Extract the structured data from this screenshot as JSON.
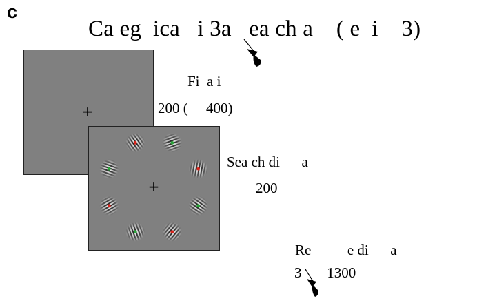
{
  "panel_letter": "c",
  "title": "Ca eg  ica   i 3a   ea ch a    ( e  i    3)",
  "fixation": {
    "label_line1": "Fi  a i",
    "label_line2": "200 (     400)",
    "cross": "+"
  },
  "search": {
    "label_line1": "Sea ch di      a",
    "label_line2": "200",
    "cross": "+",
    "items": [
      {
        "dot_color": "#d9241b",
        "angle": -35
      },
      {
        "dot_color": "#2aa33a",
        "angle": 70
      },
      {
        "dot_color": "#d9241b",
        "angle": 10
      },
      {
        "dot_color": "#2aa33a",
        "angle": -55
      },
      {
        "dot_color": "#d9241b",
        "angle": 40
      },
      {
        "dot_color": "#2aa33a",
        "angle": -20
      },
      {
        "dot_color": "#d9241b",
        "angle": 60
      },
      {
        "dot_color": "#2aa33a",
        "angle": -70
      }
    ]
  },
  "response": {
    "label_line1": "Re          e di      a",
    "label_line2": "3       1300"
  },
  "colors": {
    "screen_gray": "#808080",
    "target_red": "#d9241b",
    "distractor_green": "#2aa33a"
  }
}
